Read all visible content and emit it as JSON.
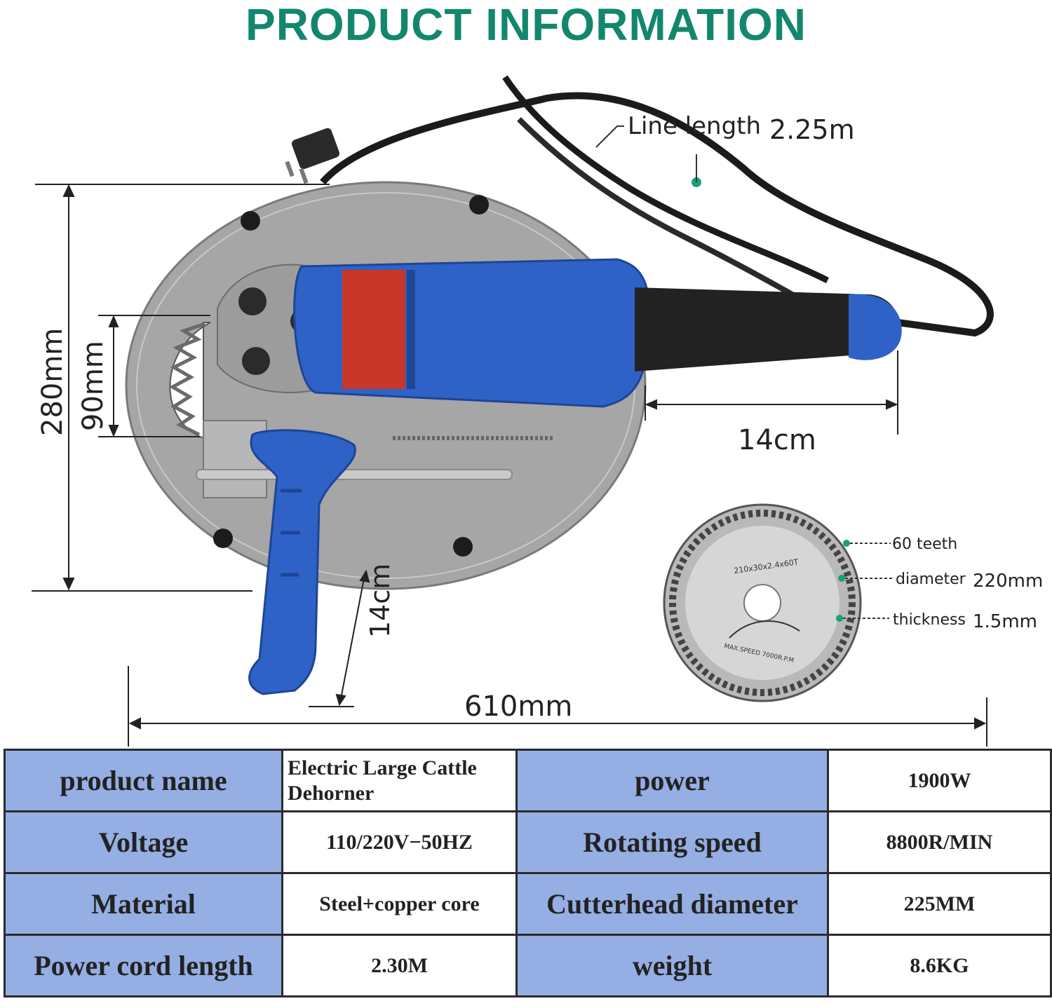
{
  "title": "PRODUCT INFORMATION",
  "colors": {
    "title": "#13876e",
    "header_cell": "#95aee3",
    "tool_blue": "#2f62c6",
    "plate": "#a3a3a3",
    "callout_dot": "#1aa07a"
  },
  "dimensions": {
    "line_length_label": "Line length",
    "line_length_value": "2.25m",
    "height": "280mm",
    "blade_height": "90mm",
    "handle_length": "14cm",
    "handle_height": "14cm",
    "overall_length": "610mm"
  },
  "blade": {
    "engraving": "210x30x2.4x60T",
    "max_speed": "MAX.SPEED 7000R.P.M",
    "teeth_label": "60 teeth",
    "diameter_label": "diameter",
    "diameter_value": "220mm",
    "thickness_label": "thickness",
    "thickness_value": "1.5mm"
  },
  "spec_table": [
    {
      "k1": "product name",
      "v1": "Electric Large Cattle Dehorner",
      "k2": "power",
      "v2": "1900W"
    },
    {
      "k1": "Voltage",
      "v1": "110/220V−50HZ",
      "k2": "Rotating speed",
      "v2": "8800R/MIN"
    },
    {
      "k1": "Material",
      "v1": "Steel+copper core",
      "k2": "Cutterhead diameter",
      "v2": "225MM"
    },
    {
      "k1": "Power cord length",
      "v1": "2.30M",
      "k2": "weight",
      "v2": "8.6KG"
    }
  ]
}
